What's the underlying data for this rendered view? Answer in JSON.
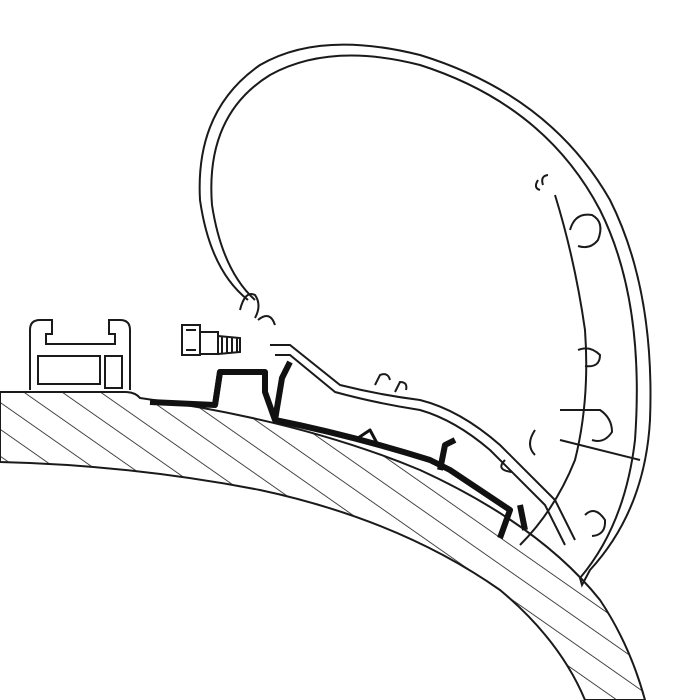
{
  "colors": {
    "line": "#1a1a1a",
    "background": "#ffffff",
    "mount_profile": "#111111"
  },
  "diagram": {
    "components": [
      "roof-section",
      "roof-rail",
      "awning-cassette",
      "adapter-profile",
      "mounting-bolt"
    ]
  }
}
